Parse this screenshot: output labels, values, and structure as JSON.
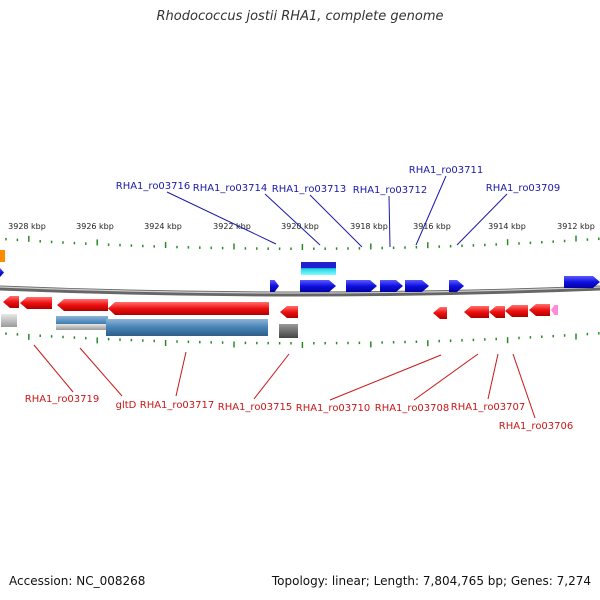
{
  "title": "Rhodococcus jostii RHA1, complete genome",
  "footer": {
    "accession": "Accession: NC_008268",
    "summary": "Topology: linear; Length: 7,804,765 bp; Genes: 7,274"
  },
  "colors": {
    "top_label": "#1a1aa8",
    "bottom_label": "#c81818",
    "forward_gene": "#1010e0",
    "reverse_gene": "#ee1010",
    "tick": "#2a8a2a",
    "axis": "#888888"
  },
  "ticks": [
    "3928 kbp",
    "3926 kbp",
    "3924 kbp",
    "3922 kbp",
    "3920 kbp",
    "3918 kbp",
    "3916 kbp",
    "3914 kbp",
    "3912 kbp"
  ],
  "top_labels": [
    "RHA1_ro03716",
    "RHA1_ro03714",
    "RHA1_ro03713",
    "RHA1_ro03712",
    "RHA1_ro03711",
    "RHA1_ro03709"
  ],
  "bottom_labels": [
    "RHA1_ro03719",
    "gltD",
    "RHA1_ro03717",
    "RHA1_ro03715",
    "RHA1_ro03710",
    "RHA1_ro03708",
    "RHA1_ro03707",
    "RHA1_ro03706"
  ]
}
